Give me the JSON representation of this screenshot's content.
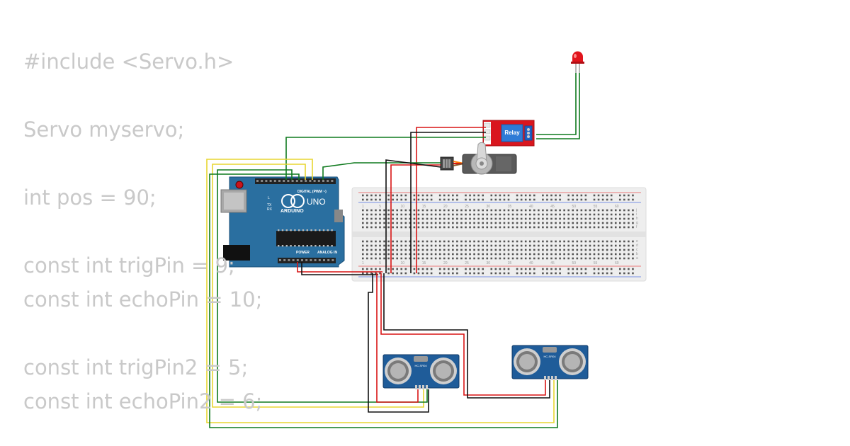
{
  "code": {
    "lines": [
      "#include <Servo.h>",
      "",
      "Servo myservo;",
      "",
      "int pos = 90;",
      "",
      "const int trigPin = 9;",
      "const int echoPin = 10;",
      "",
      "const int trigPin2 = 5;",
      "const int echoPin2 = 6;"
    ]
  },
  "arduino": {
    "brand": "ARDUINO",
    "model": "UNO",
    "digital_label": "DIGITAL (PWM ~)",
    "analog_label": "ANALOG IN",
    "power_label": "POWER",
    "tx_label": "TX",
    "rx_label": "RX",
    "l_label": "L"
  },
  "relay": {
    "label": "Relay"
  },
  "sensor_1": {
    "label": "HC-SR04"
  },
  "sensor_2": {
    "label": "HC-SR04"
  },
  "breadboard": {
    "column_numbers": [
      "1",
      "5",
      "10",
      "15",
      "20",
      "25",
      "30",
      "35",
      "40",
      "45",
      "50",
      "55",
      "60"
    ],
    "row_letters_top": [
      "j",
      "i",
      "h",
      "g",
      "f"
    ],
    "row_letters_bottom": [
      "e",
      "d",
      "c",
      "b",
      "a"
    ]
  },
  "wire_colors": {
    "signal": "#0f7a1e",
    "vcc": "#d81515",
    "gnd": "#111111",
    "trig_echo": "#e8d631",
    "servo_orange": "#ff7a00"
  },
  "colors": {
    "arduino_board": "#2a6fa0",
    "relay_board": "#d9161e",
    "sensor_board": "#1f5c99",
    "breadboard": "#eeeeee",
    "code_text": "#c9c9c9"
  }
}
